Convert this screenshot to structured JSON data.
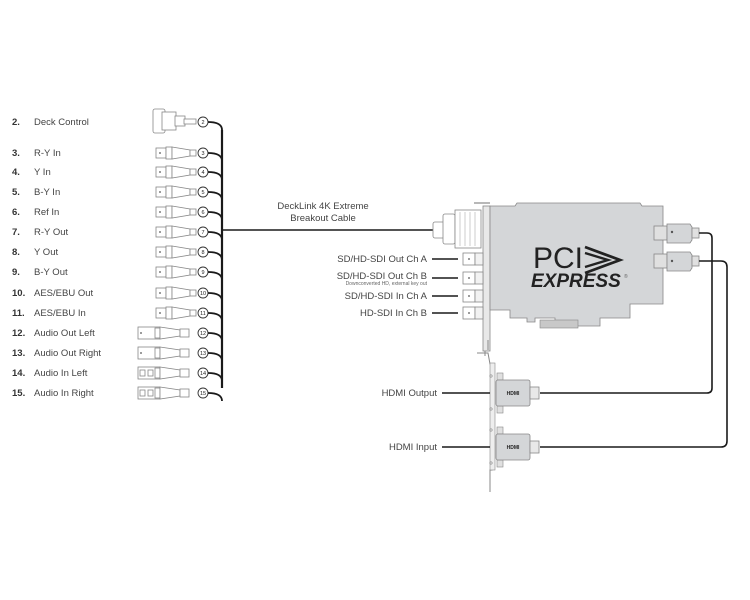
{
  "left_connectors": [
    {
      "num": "2.",
      "label": "Deck Control",
      "badge": "2",
      "type": "dsub"
    },
    {
      "num": "3.",
      "label": "R-Y In",
      "badge": "3",
      "type": "bnc"
    },
    {
      "num": "4.",
      "label": "Y In",
      "badge": "4",
      "type": "bnc"
    },
    {
      "num": "5.",
      "label": "B-Y In",
      "badge": "5",
      "type": "bnc"
    },
    {
      "num": "6.",
      "label": "Ref In",
      "badge": "6",
      "type": "bnc"
    },
    {
      "num": "7.",
      "label": "R-Y Out",
      "badge": "7",
      "type": "bnc"
    },
    {
      "num": "8.",
      "label": "Y Out",
      "badge": "8",
      "type": "bnc"
    },
    {
      "num": "9.",
      "label": "B-Y Out",
      "badge": "9",
      "type": "bnc"
    },
    {
      "num": "10.",
      "label": "AES/EBU Out",
      "badge": "10",
      "type": "bnc"
    },
    {
      "num": "11.",
      "label": "AES/EBU In",
      "badge": "11",
      "type": "bnc"
    },
    {
      "num": "12.",
      "label": "Audio Out Left",
      "badge": "12",
      "type": "xlr-male"
    },
    {
      "num": "13.",
      "label": "Audio Out Right",
      "badge": "13",
      "type": "xlr-male"
    },
    {
      "num": "14.",
      "label": "Audio In Left",
      "badge": "14",
      "type": "xlr-female"
    },
    {
      "num": "15.",
      "label": "Audio In Right",
      "badge": "15",
      "type": "xlr-female"
    }
  ],
  "breakout_cable": {
    "line1": "DeckLink 4K Extreme",
    "line2": "Breakout Cable"
  },
  "sdi_ports": [
    {
      "label": "SD/HD-SDI Out Ch A",
      "note": ""
    },
    {
      "label": "SD/HD-SDI Out Ch B",
      "note": "Downconverted HD, external key out"
    },
    {
      "label": "SD/HD-SDI In Ch A",
      "note": ""
    },
    {
      "label": "HD-SDI In Ch B",
      "note": ""
    }
  ],
  "card": {
    "logo_line1": "PCI",
    "logo_line2": "EXPRESS",
    "logo_mark": "®"
  },
  "hdmi_ports": [
    {
      "label": "HDMI Output",
      "connector_text": "HDMI"
    },
    {
      "label": "HDMI Input",
      "connector_text": "HDMI"
    }
  ],
  "colors": {
    "cable": "#1a1a1a",
    "card_fill": "#d4d6d8",
    "connector_fill": "#ffffff",
    "outline": "#888888",
    "text": "#444444"
  }
}
